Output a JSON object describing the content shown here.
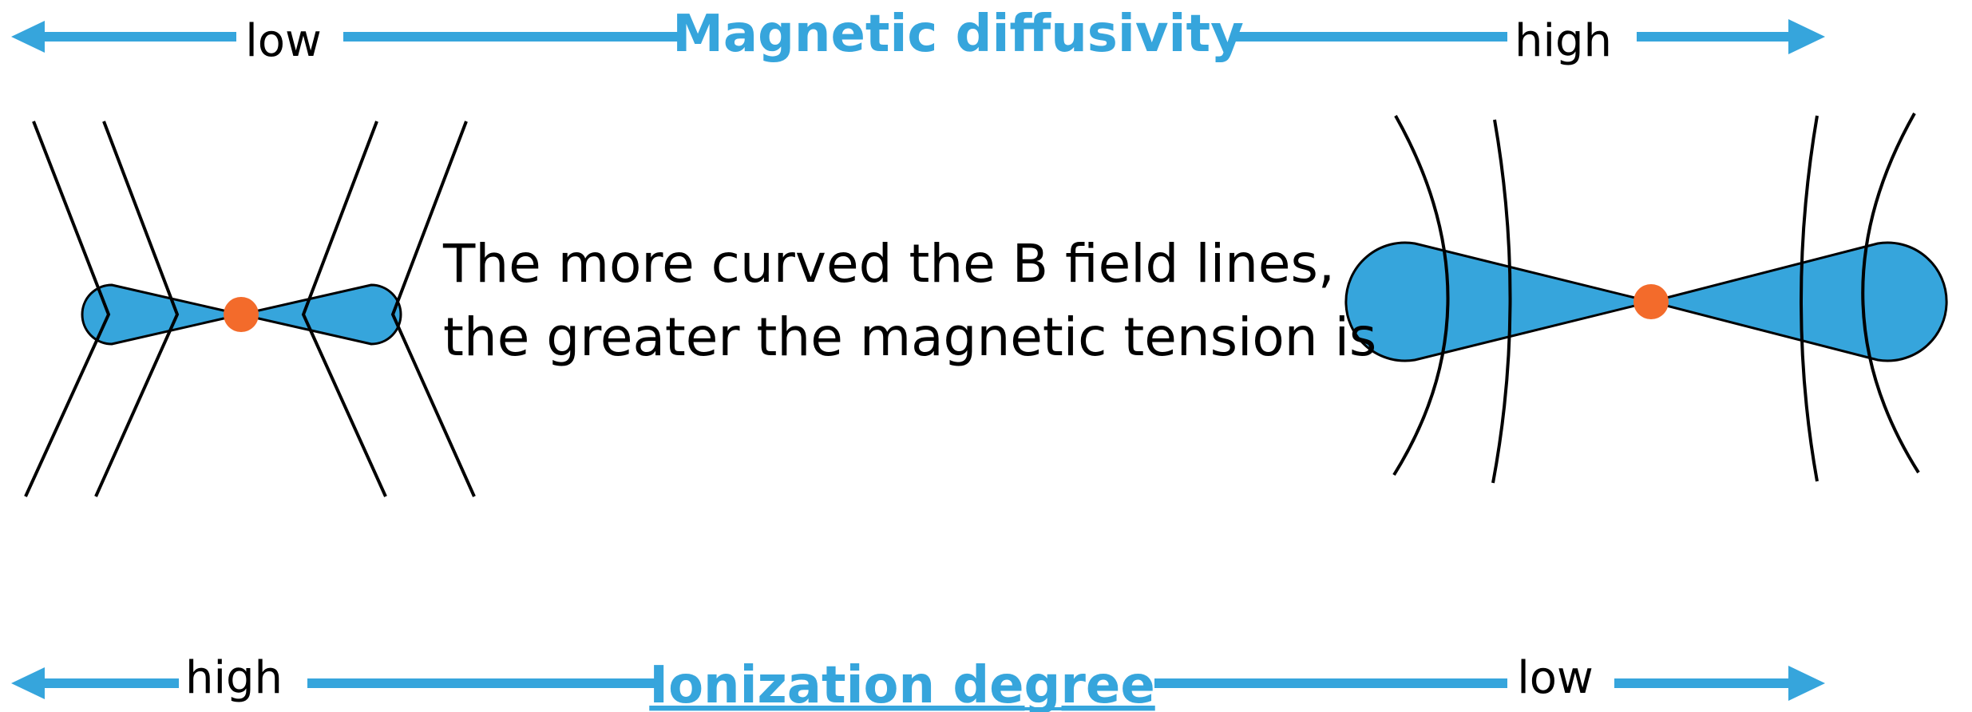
{
  "top_axis": {
    "title": "Magnetic diffusivity",
    "left_label": "low",
    "right_label": "high"
  },
  "bottom_axis": {
    "title": "Ionization degree",
    "left_label": "high",
    "right_label": "low"
  },
  "caption": {
    "line1": "The more curved the B field lines,",
    "line2": "the greater the magnetic tension is"
  },
  "colors": {
    "accent": "#36A5DC",
    "null_point": "#F36B2B",
    "field_line": "#000000"
  }
}
